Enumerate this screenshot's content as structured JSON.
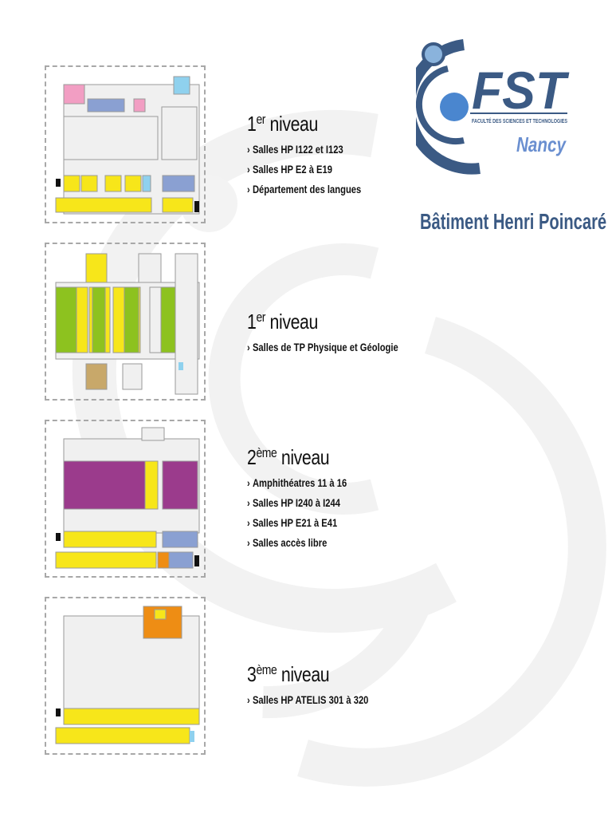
{
  "brand": {
    "logo_text": "FST",
    "faculty_line": "FACULTÉ DES SCIENCES ET TECHNOLOGIES",
    "city": "Nancy",
    "building": "Bâtiment Henri Poincaré"
  },
  "colors": {
    "brand_blue": "#3b5a84",
    "room_yellow": "#f7e61a",
    "tp_green": "#8dc21f",
    "amphi_purple": "#9b3b8c",
    "atelis_orange": "#ee8d14",
    "room_pink": "#f29ec3",
    "room_light_blue": "#8fd1ee",
    "room_steel_blue": "#8aa0d2",
    "room_tan": "#c8a86a",
    "wall_grey": "#9a9a9a",
    "floor_grey": "#f0f0f0"
  },
  "levels": [
    {
      "num": "1",
      "sup": "er",
      "label": "niveau",
      "items": [
        "Salles HP I122 et I123",
        "Salles HP E2 à E19",
        "Département des langues"
      ]
    },
    {
      "num": "1",
      "sup": "er",
      "label": "niveau",
      "items": [
        "Salles de TP Physique et Géologie"
      ]
    },
    {
      "num": "2",
      "sup": "ème",
      "label": "niveau",
      "items": [
        "Amphithéatres 11 à 16",
        "Salles HP I240 à I244",
        "Salles HP E21 à E41",
        "Salles accès libre"
      ]
    },
    {
      "num": "3",
      "sup": "ème",
      "label": "niveau",
      "items": [
        "Salles HP ATELIS 301 à 320"
      ]
    }
  ],
  "bullet": "›"
}
